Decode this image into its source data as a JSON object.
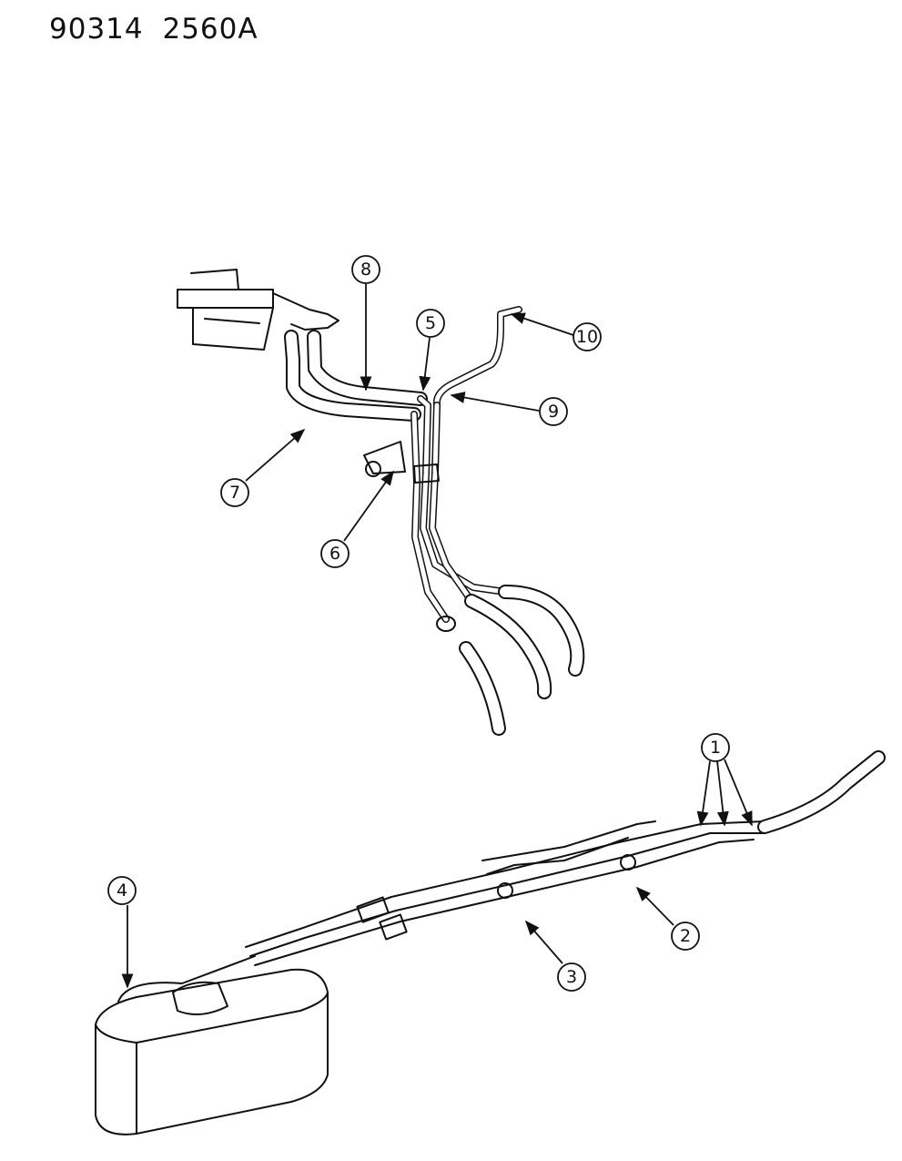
{
  "header": {
    "diagram_code": "90314  2560A"
  },
  "callouts": [
    {
      "label": "1"
    },
    {
      "label": "2"
    },
    {
      "label": "3"
    },
    {
      "label": "4"
    },
    {
      "label": "5"
    },
    {
      "label": "6"
    },
    {
      "label": "7"
    },
    {
      "label": "8"
    },
    {
      "label": "9"
    },
    {
      "label": "10"
    }
  ]
}
